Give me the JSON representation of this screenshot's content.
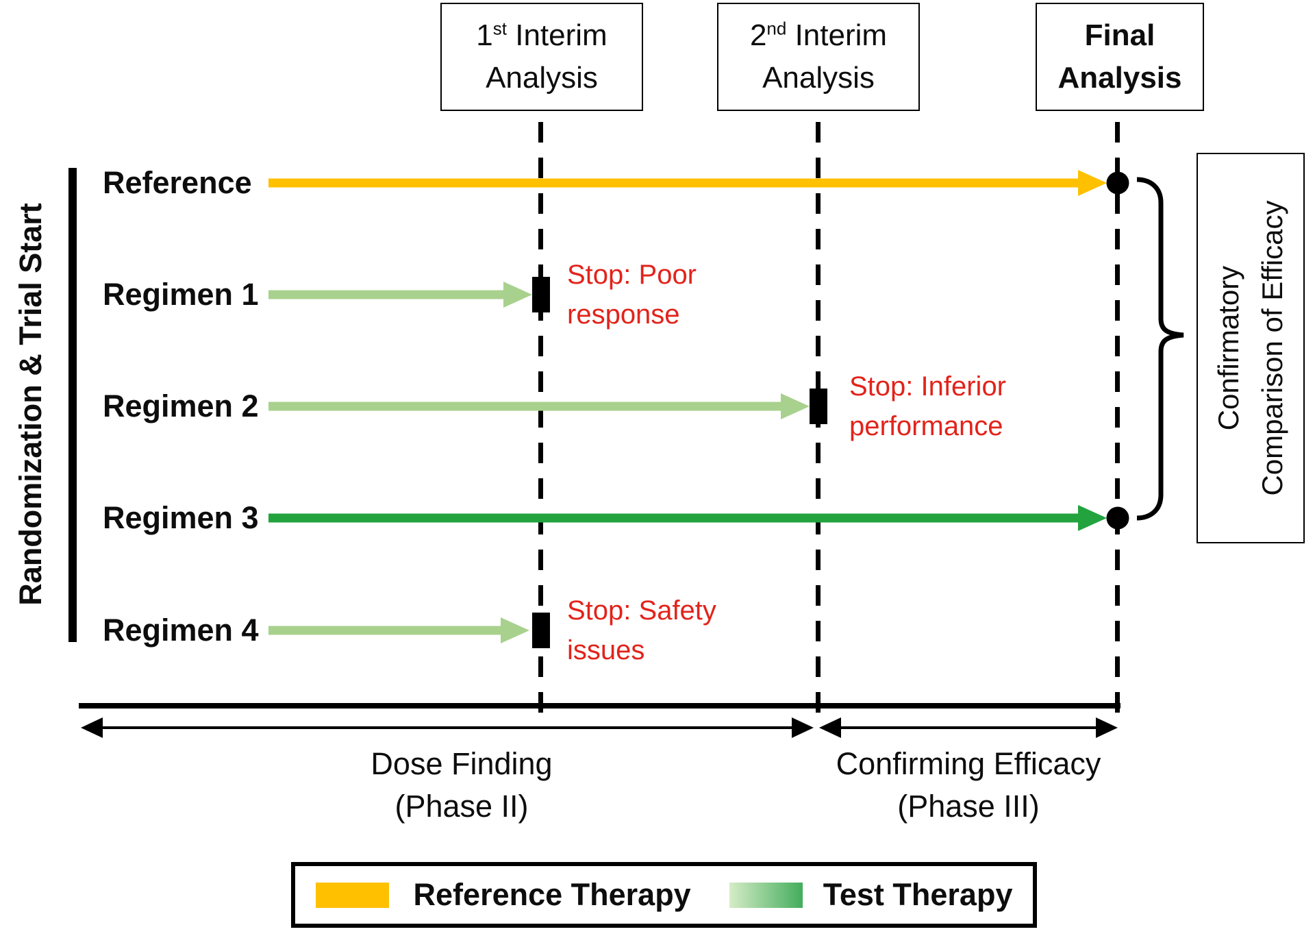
{
  "colors": {
    "reference_yellow": "#FFC000",
    "test_light_green": "#A9D18E",
    "test_dark_green": "#22A33E",
    "stop_red": "#E2231B",
    "legend_gradient_start": "#D5ECC6",
    "legend_gradient_end": "#43AD5C"
  },
  "axis_left": {
    "label": "Randomization & Trial Start"
  },
  "milestones": [
    {
      "num": "1",
      "sup": "st",
      "rest": " Interim",
      "line2": "Analysis",
      "style": "regular"
    },
    {
      "num": "2",
      "sup": "nd",
      "rest": " Interim",
      "line2": "Analysis",
      "style": "regular"
    },
    {
      "num": "",
      "sup": "",
      "rest": "Final",
      "line2": "Analysis",
      "style": "bold"
    }
  ],
  "rows": [
    {
      "label": "Reference",
      "therapy": "reference",
      "outcome": "continues to final analysis"
    },
    {
      "label": "Regimen 1",
      "therapy": "test",
      "outcome": "stopped at 1st interim",
      "stop_line1": "Stop: Poor",
      "stop_line2": "response"
    },
    {
      "label": "Regimen 2",
      "therapy": "test",
      "outcome": "stopped at 2nd interim",
      "stop_line1": "Stop: Inferior",
      "stop_line2": "performance"
    },
    {
      "label": "Regimen 3",
      "therapy": "test",
      "outcome": "continues to final analysis"
    },
    {
      "label": "Regimen 4",
      "therapy": "test",
      "outcome": "stopped at 1st interim",
      "stop_line1": "Stop: Safety",
      "stop_line2": "issues"
    }
  ],
  "brace_label": {
    "line1": "Confirmatory",
    "line2": "Comparison of Efficacy"
  },
  "phases": [
    {
      "line1": "Dose Finding",
      "line2": "(Phase II)"
    },
    {
      "line1": "Confirming Efficacy",
      "line2": "(Phase III)"
    }
  ],
  "legend": {
    "reference_label": "Reference Therapy",
    "test_label": "Test Therapy"
  }
}
